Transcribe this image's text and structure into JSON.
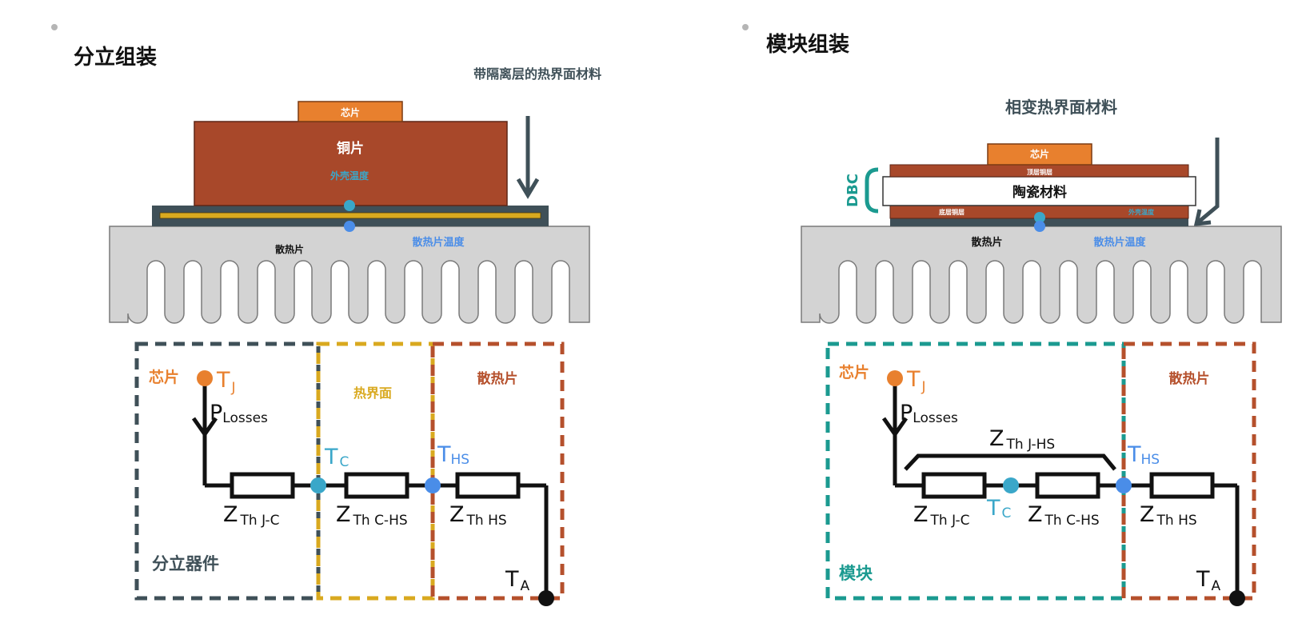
{
  "colors": {
    "chip": "#e8802e",
    "copper": "#a8482a",
    "heatsink": "#d3d3d3",
    "heatsink_stroke": "#7a7a7a",
    "dark_slate": "#3f5058",
    "tim_gold": "#d9a91f",
    "teal": "#1b9a90",
    "rust": "#b5502c",
    "blue": "#4a8de8",
    "cyan": "#3aa7c9",
    "black": "#111111"
  },
  "discrete": {
    "title": "分立组装",
    "tim_label": "带隔离层的热界面材料",
    "chip_label": "芯片",
    "copper_label": "铜片",
    "case_temp_label": "外壳温度",
    "heatsink_label": "散热片",
    "heatsink_temp_label": "散热片温度",
    "circuit": {
      "chip_label": "芯片",
      "tj": {
        "main": "T",
        "sub": "J"
      },
      "plosses": {
        "main": "P",
        "sub": "Losses"
      },
      "tc": {
        "main": "T",
        "sub": "C"
      },
      "ths": {
        "main": "T",
        "sub": "HS"
      },
      "ta": {
        "main": "T",
        "sub": "A"
      },
      "z1": {
        "main": "Z",
        "sub": "Th J-C"
      },
      "z2": {
        "main": "Z",
        "sub": "Th C-HS"
      },
      "z3": {
        "main": "Z",
        "sub": "Th HS"
      },
      "tim_box_label": "热界面",
      "heatsink_box_label": "散热片",
      "device_box_label": "分立器件"
    }
  },
  "module": {
    "title": "模块组装",
    "pcm_label": "相变热界面材料",
    "chip_label": "芯片",
    "top_copper_label": "顶层铜层",
    "ceramic_label": "陶瓷材料",
    "bottom_copper_label": "底层铜层",
    "case_temp_label": "外壳温度",
    "dbc_label": "DBC",
    "heatsink_label": "散热片",
    "heatsink_temp_label": "散热片温度",
    "circuit": {
      "chip_label": "芯片",
      "tj": {
        "main": "T",
        "sub": "J"
      },
      "plosses": {
        "main": "P",
        "sub": "Losses"
      },
      "zjhs": {
        "main": "Z",
        "sub": "Th J-HS"
      },
      "tc": {
        "main": "T",
        "sub": "C"
      },
      "ths": {
        "main": "T",
        "sub": "HS"
      },
      "ta": {
        "main": "T",
        "sub": "A"
      },
      "z1": {
        "main": "Z",
        "sub": "Th J-C"
      },
      "z2": {
        "main": "Z",
        "sub": "Th C-HS"
      },
      "z3": {
        "main": "Z",
        "sub": "Th HS"
      },
      "heatsink_box_label": "散热片",
      "module_box_label": "模块"
    }
  }
}
